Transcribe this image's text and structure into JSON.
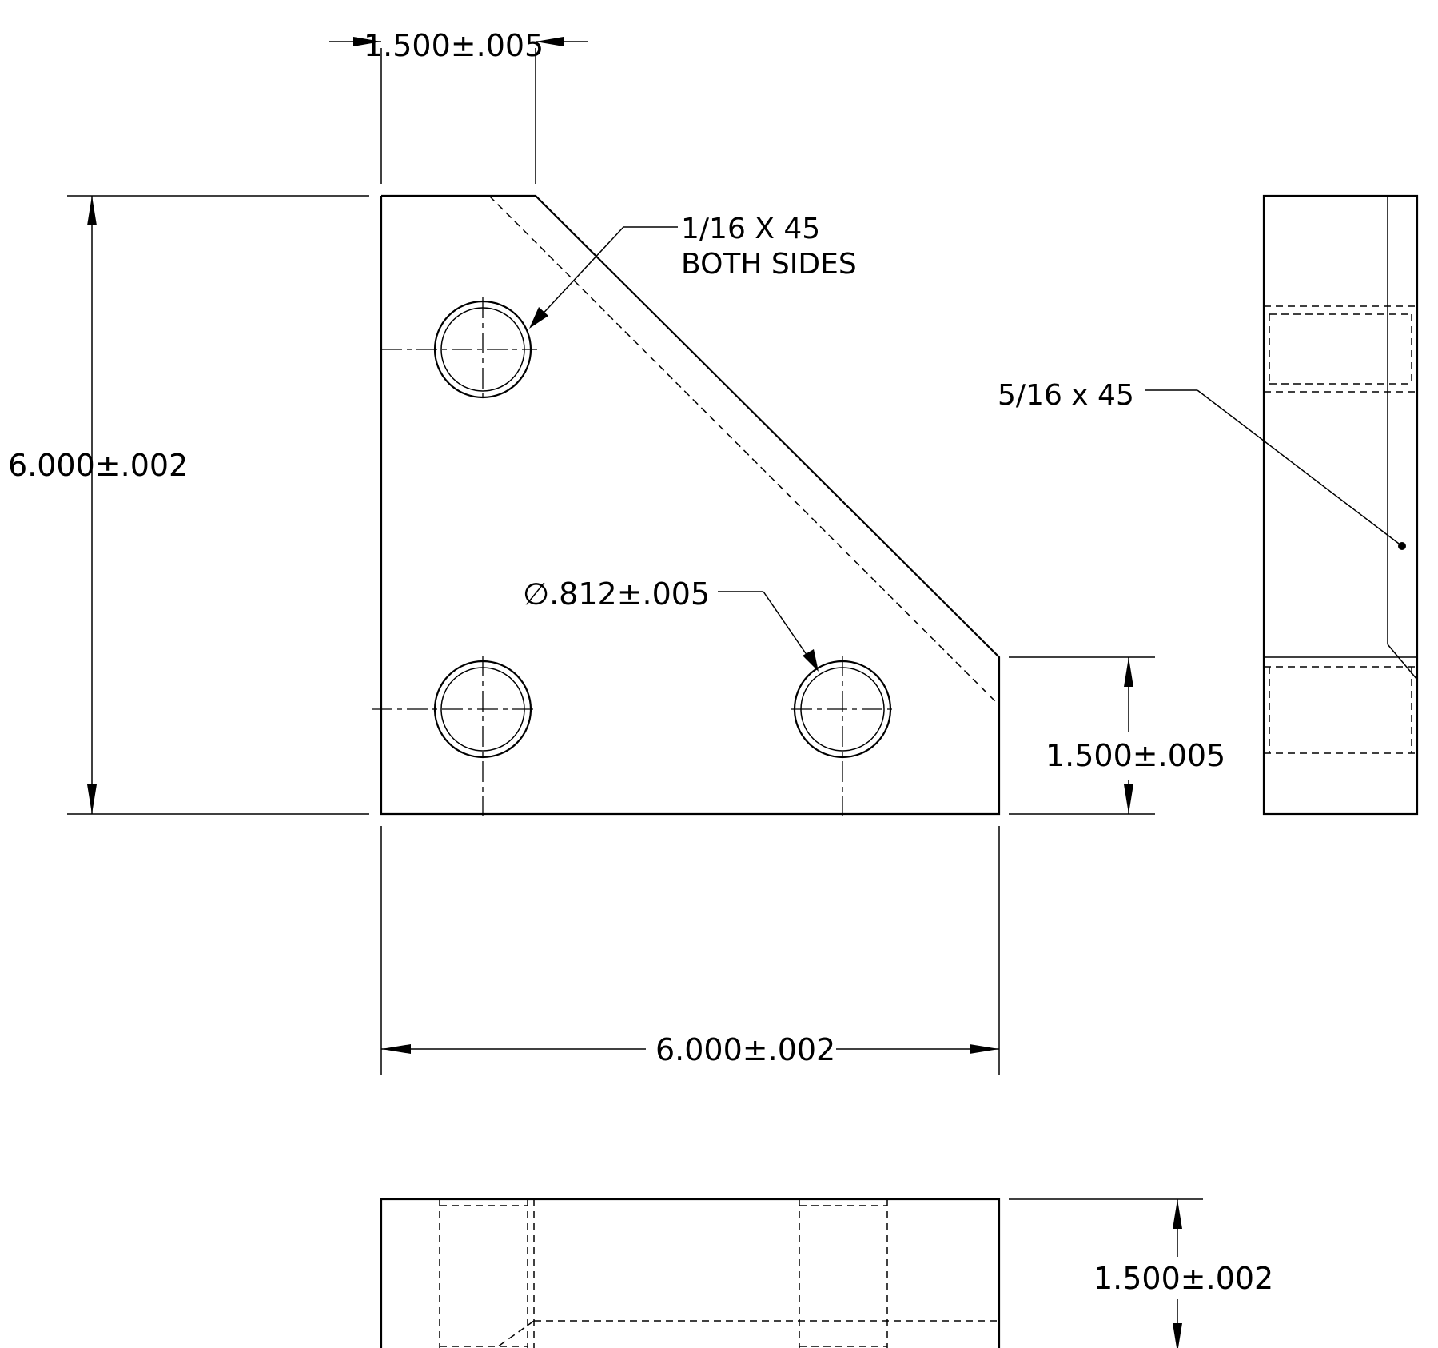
{
  "drawing": {
    "dims": {
      "top_width": "1.500±.005",
      "overall_height": "6.000±.002",
      "overall_width": "6.000±.002",
      "right_step": "1.500±.005",
      "thickness": "1.500±.002"
    },
    "notes": {
      "chamfer_small_line1": "1/16 X 45",
      "chamfer_small_line2": "BOTH SIDES",
      "hole_dia": "∅.812±.005",
      "chamfer_large": "5/16 x 45"
    }
  }
}
